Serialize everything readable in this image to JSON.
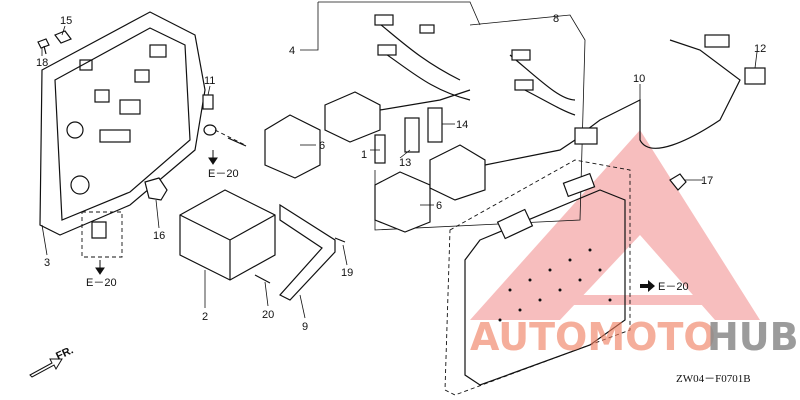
{
  "diagram": {
    "labels": {
      "p15": "15",
      "p18": "18",
      "p3": "3",
      "p11": "11",
      "p16": "16",
      "p2": "2",
      "p20": "20",
      "p9": "9",
      "p19": "19",
      "p4": "4",
      "p6a": "6",
      "p1": "1",
      "p13": "13",
      "p14": "14",
      "p8": "8",
      "p6b": "6",
      "p10": "10",
      "p12": "12",
      "p17": "17"
    },
    "refs": {
      "e20a": "E－20",
      "e20b": "E－20",
      "e20c": "E－20"
    },
    "front_label": "FR.",
    "figure_code": "ZW04－F0701B"
  },
  "watermark": {
    "text_a": "AUTOMOTO",
    "text_b": "HUB",
    "color_a": "#f07a5a",
    "color_b": "#8a8a8a"
  }
}
